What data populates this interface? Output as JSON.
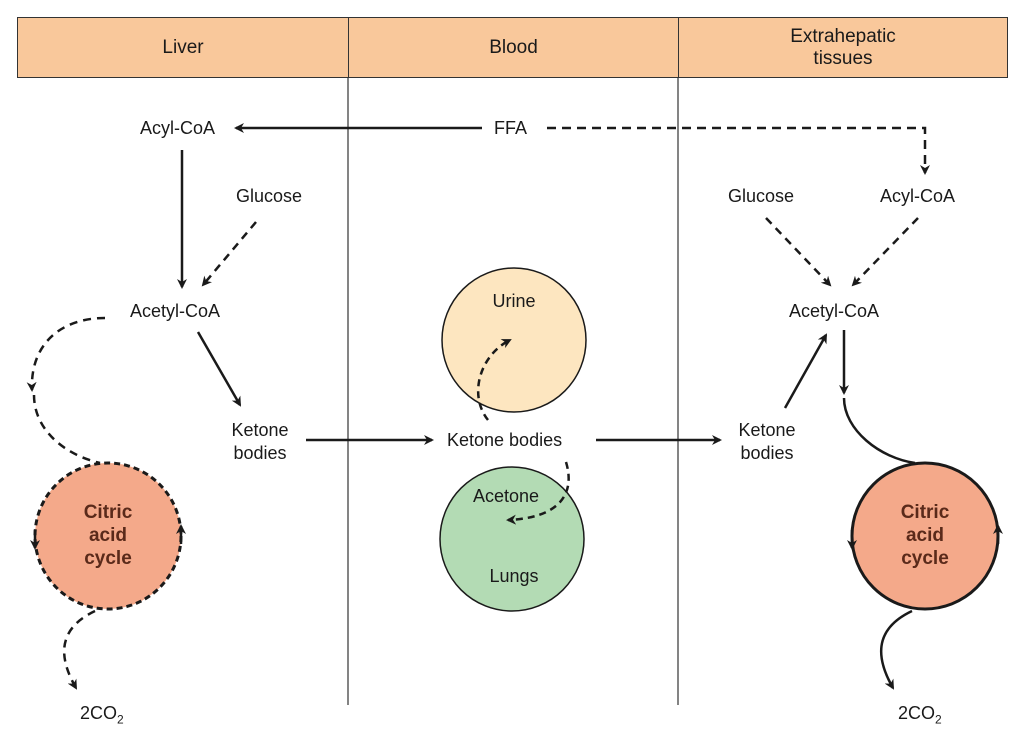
{
  "columns": {
    "liver": "Liver",
    "blood": "Blood",
    "extrahepatic_line1": "Extrahepatic",
    "extrahepatic_line2": "tissues"
  },
  "liver": {
    "acyl_coa": "Acyl-CoA",
    "glucose": "Glucose",
    "acetyl_coa": "Acetyl-CoA",
    "ketone_line1": "Ketone",
    "ketone_line2": "bodies",
    "cycle_line1": "Citric",
    "cycle_line2": "acid",
    "cycle_line3": "cycle",
    "co2_prefix": "2CO",
    "co2_sub": "2"
  },
  "blood": {
    "ffa": "FFA",
    "ketone_bodies": "Ketone bodies",
    "urine": "Urine",
    "acetone": "Acetone",
    "lungs": "Lungs"
  },
  "extrahepatic": {
    "glucose": "Glucose",
    "acyl_coa": "Acyl-CoA",
    "acetyl_coa": "Acetyl-CoA",
    "ketone_line1": "Ketone",
    "ketone_line2": "bodies",
    "cycle_line1": "Citric",
    "cycle_line2": "acid",
    "cycle_line3": "cycle",
    "co2_prefix": "2CO",
    "co2_sub": "2"
  },
  "colors": {
    "header_fill": "#f9c89b",
    "cycle_fill": "#f4a98a",
    "urine_fill": "#fde6c0",
    "lungs_fill": "#b3dbb4",
    "line": "#1a1a1a"
  }
}
